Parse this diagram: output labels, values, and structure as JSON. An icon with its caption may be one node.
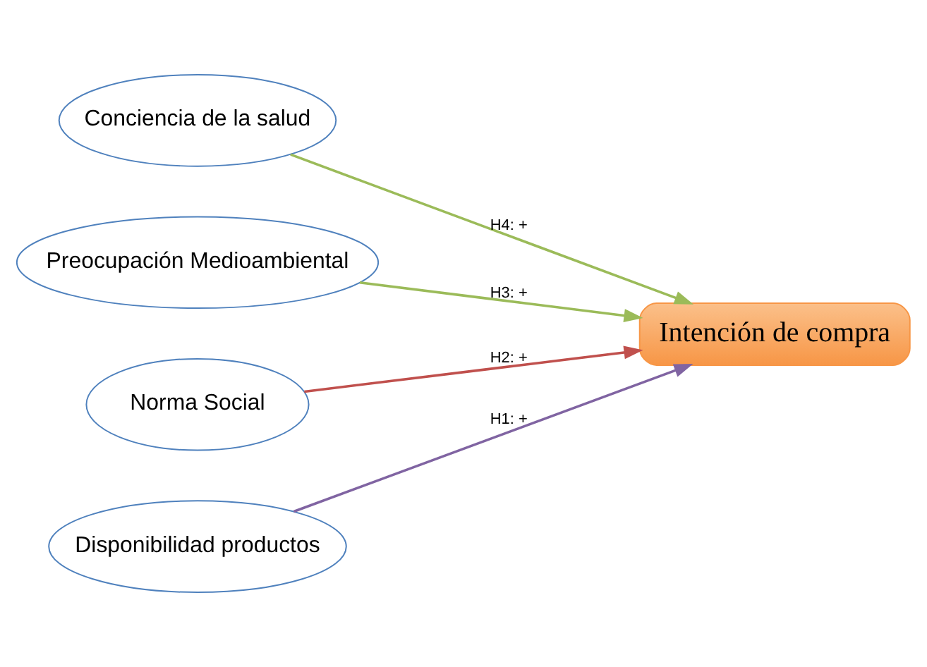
{
  "diagram": {
    "nodes": [
      {
        "text": [
          "Conciencia de la salud"
        ]
      },
      {
        "text": [
          "Preocupación Medioambiental"
        ]
      },
      {
        "text": [
          "Norma Social"
        ]
      },
      {
        "text": [
          "Disponibilidad productos"
        ]
      },
      {
        "text": [
          "Intención de compra"
        ]
      }
    ],
    "edges": [
      {
        "from": 0,
        "to": 4,
        "arrow": "to",
        "label": "H4: +",
        "color": "#9bbb59"
      },
      {
        "from": 1,
        "to": 4,
        "arrow": "to",
        "label": "H3: +",
        "color": "#9bbb59"
      },
      {
        "from": 2,
        "to": 4,
        "arrow": "to",
        "label": "H2: +",
        "color": "#c0504d"
      },
      {
        "from": 3,
        "to": 4,
        "arrow": "to",
        "label": "H1: +",
        "color": "#8064a2"
      }
    ]
  }
}
